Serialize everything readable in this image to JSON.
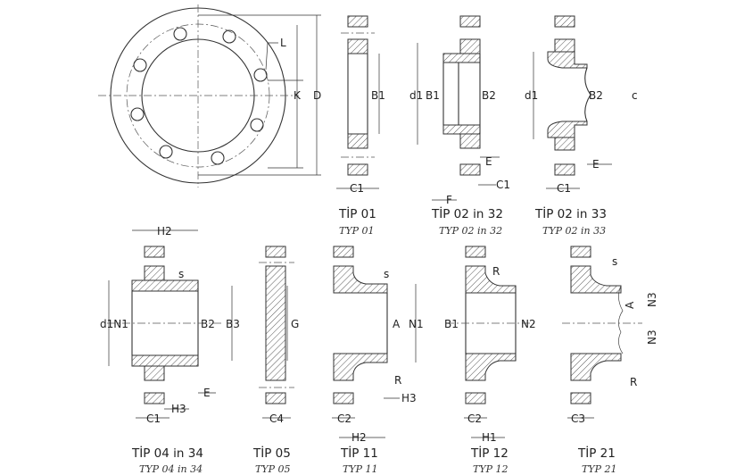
{
  "front_view": {
    "L": "L",
    "K": "K",
    "D": "D"
  },
  "labels": {
    "B1": "B1",
    "B2": "B2",
    "B3": "B3",
    "C1": "C1",
    "C2": "C2",
    "C3": "C3",
    "C4": "C4",
    "d1": "d1",
    "N1": "N1",
    "N2": "N2",
    "N3": "N3",
    "E": "E",
    "F": "F",
    "G": "G",
    "A": "A",
    "R": "R",
    "s": "s",
    "H1": "H1",
    "H2": "H2",
    "H3": "H3",
    "d1N1": "d1N1"
  },
  "captions": [
    {
      "tip": "TİP 01",
      "typ": "TYP 01"
    },
    {
      "tip": "TİP 02 in 32",
      "typ": "TYP 02 in 32"
    },
    {
      "tip": "TİP 02 in 33",
      "typ": "TYP 02 in 33"
    },
    {
      "tip": "TİP 04 in 34",
      "typ": "TYP 04 in 34"
    },
    {
      "tip": "TİP 05",
      "typ": "TYP 05"
    },
    {
      "tip": "TİP 11",
      "typ": "TYP 11"
    },
    {
      "tip": "TİP 12",
      "typ": "TYP 12"
    },
    {
      "tip": "TİP 21",
      "typ": "TYP 21"
    }
  ],
  "edge_mark": "c"
}
